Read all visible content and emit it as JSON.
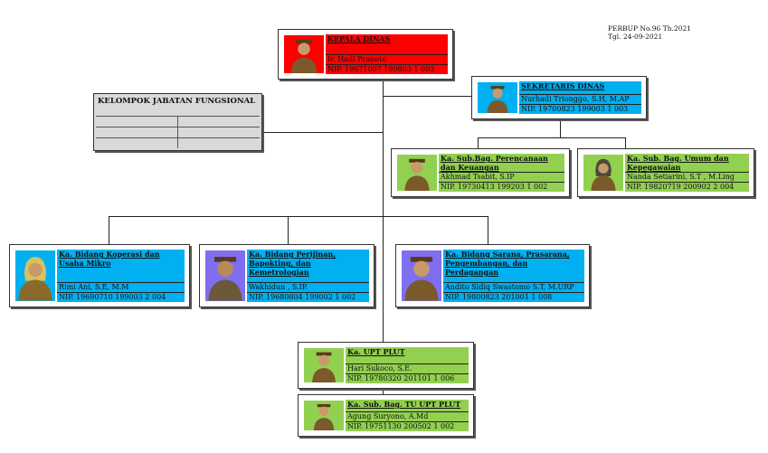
{
  "note": {
    "line1": "PERBUP No.96 Th.2021",
    "line2": "Tgl. 24-09-2021"
  },
  "fungsional": {
    "title": "KELOMPOK JABATAN FUNGSIONAL"
  },
  "colors": {
    "red": "#ff0000",
    "blue": "#00b0f0",
    "green": "#92d050"
  },
  "nodes": {
    "kepala": {
      "title": "KEPALA DINAS",
      "name": "Ir. Hadi Pranoto",
      "nip": "NIP. 19671007 199803 1 003"
    },
    "sekretaris": {
      "title": "SEKRETARIS DINAS",
      "name": "Nurhadi Trionggo, S.H, M.AP",
      "nip": "NIP. 19700823 199003 1 003"
    },
    "perencanaan": {
      "title": "Ka. Sub.Bag. Perencanaan dan Keuangan",
      "name": "Akhmad Tsabit, S.IP",
      "nip": "NIP. 19730413 199203 1 002"
    },
    "umum": {
      "title": "Ka. Sub. Bag. Umum dan Kepegawaian",
      "name": "Nanda Setiarini, S.T , M.Ling",
      "nip": "NIP. 19820719 200902 2 004"
    },
    "koperasi": {
      "title": "Ka. Bidang Koperasi dan Usaha Mikro",
      "name": "Rimi Ani, S.E, M.M",
      "nip": "NIP. 19690710 199003 2 004"
    },
    "perijinan": {
      "title": "Ka. Bidang Perijinan, Bapokting, dan Kemetrologian",
      "name": "Wakhidun , S.IP.",
      "nip": "NIP. 19680804 199002 1 002"
    },
    "sarana": {
      "title": "Ka. Bidang Sarana, Prasarana, Pengembangan, dan Perdagangan",
      "name": "Andito Sidiq Swastomo S.T, M.URP",
      "nip": "NIP. 19800823 201001 1 008"
    },
    "uptplut": {
      "title": "Ka. UPT PLUT",
      "name": "Hari Sukoco, S.E.",
      "nip": "NIP. 19780320 201101 1 006"
    },
    "tuupt": {
      "title": "Ka. Sub. Bag. TU UPT PLUT",
      "name": "Agung Suryono, A.Md",
      "nip": "NIP. 19751130 200502 1 002"
    }
  }
}
